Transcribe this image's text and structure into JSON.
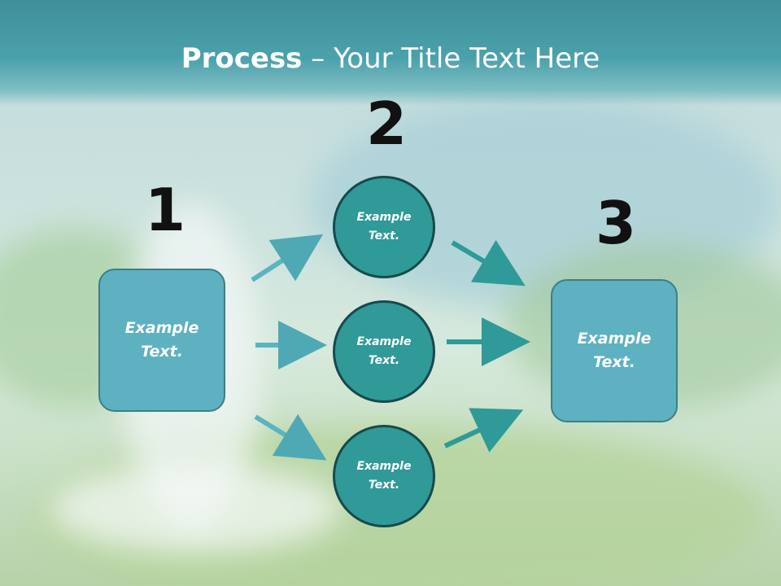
{
  "title": {
    "bold": "Process",
    "rest": " – Your Title Text Here"
  },
  "steps": [
    {
      "number": "1",
      "label": "Example\nText."
    },
    {
      "number": "2",
      "label": "Example\nText."
    },
    {
      "number": "3",
      "label": "Example\nText."
    }
  ],
  "circles": [
    {
      "label": "Example\nText."
    },
    {
      "label": "Example\nText."
    },
    {
      "label": "Example\nText."
    }
  ],
  "colors": {
    "title_bar": "#4ba1ab",
    "box_fill": "#5db1c0",
    "circle_fill": "#2f9a98",
    "arrow": "#2f9a98"
  }
}
